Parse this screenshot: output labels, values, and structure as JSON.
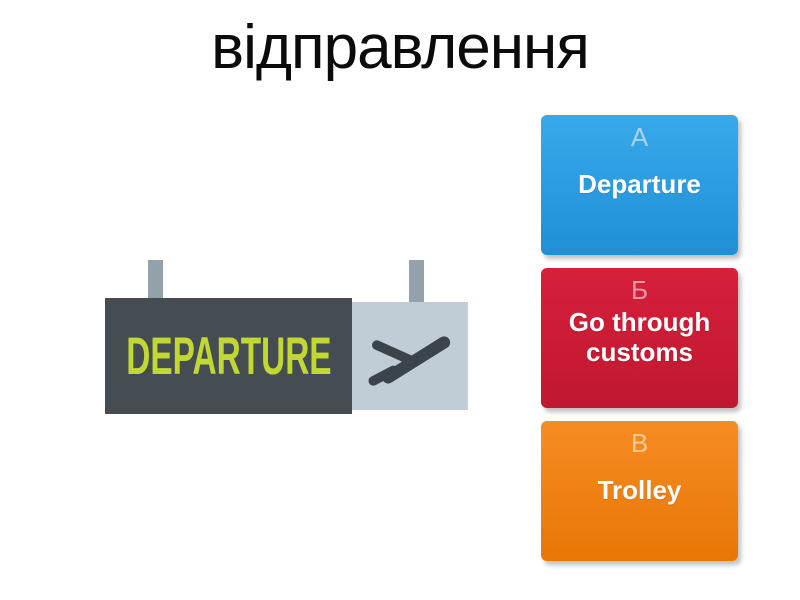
{
  "question": {
    "title": "відправлення"
  },
  "question_image": {
    "sign_text": "DEPARTURE",
    "icon": "airplane-takeoff-icon",
    "colors": {
      "board_dark": "#454d53",
      "board_light": "#c0cdd6",
      "sign_text_color": "#c2d832",
      "post": "#92a1aa",
      "plane": "#3b444b"
    }
  },
  "answers": [
    {
      "letter": "А",
      "label": "Departure",
      "color_top": "#38a9ea",
      "color_bottom": "#1f90d6"
    },
    {
      "letter": "Б",
      "label": "Go through customs",
      "color_top": "#d6203b",
      "color_bottom": "#c11730"
    },
    {
      "letter": "В",
      "label": "Trolley",
      "color_top": "#f68d22",
      "color_bottom": "#e87607"
    }
  ]
}
